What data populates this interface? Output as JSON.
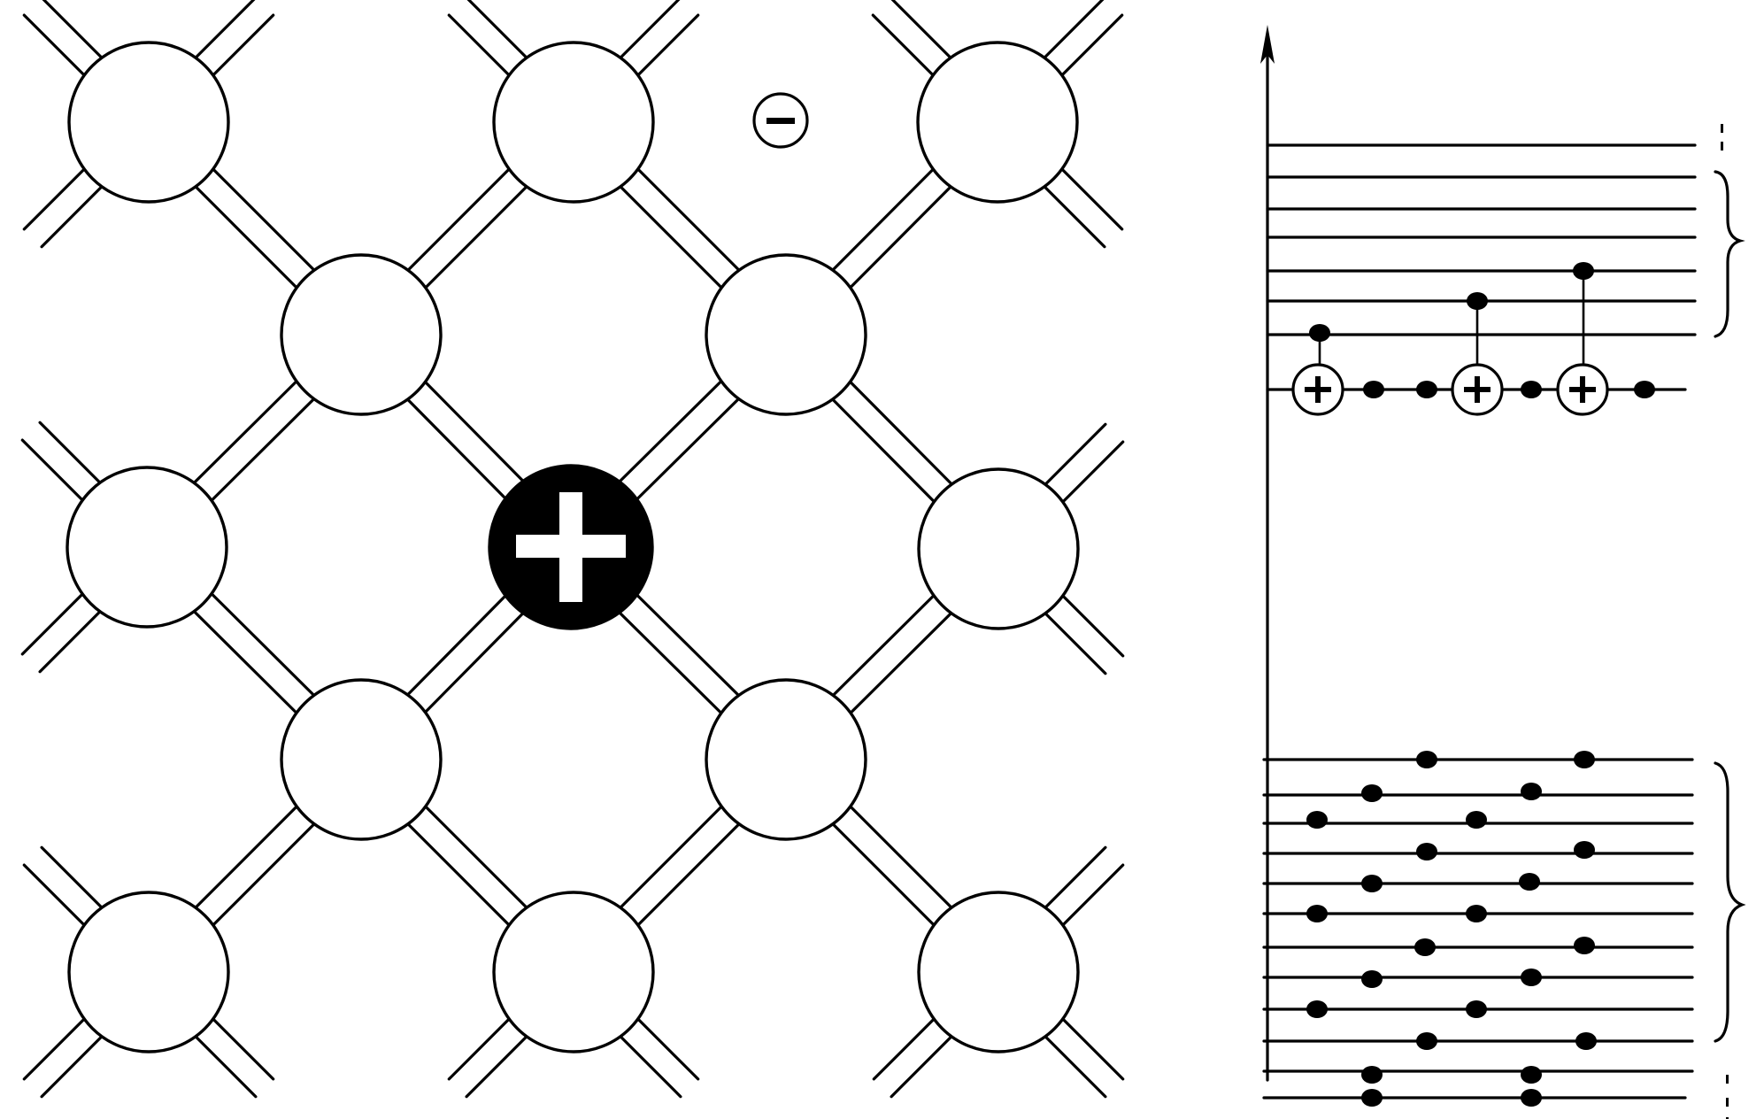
{
  "diagram": {
    "lattice": {
      "host_atom": "silicon-atom-open-circle",
      "donor_atom": "donor-ion-filled-circle",
      "donor_symbol": "+",
      "free_electron_symbol": "−",
      "bond_type": "double-line-covalent-bond"
    },
    "band_diagram": {
      "axis": "energy-arrow-up",
      "conduction_band_levels": 7,
      "donor_level_ions": 3,
      "donor_level_electrons": 4,
      "valence_band_levels": 12,
      "ionized_donor_symbol": "+",
      "band_bracket": "curly-brace-right"
    },
    "colors": {
      "ink": "#000000",
      "paper": "#ffffff"
    }
  }
}
